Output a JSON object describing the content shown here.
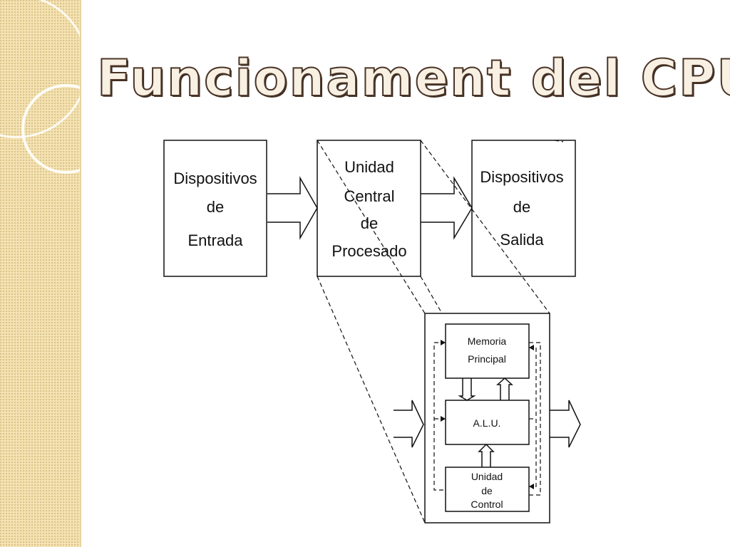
{
  "slide": {
    "title": "Funcionament del CPU"
  },
  "diagram": {
    "input_box": [
      "Dispositivos",
      "de",
      "Entrada"
    ],
    "cpu_box": [
      "Unidad",
      "Central",
      "de",
      "Procesado"
    ],
    "output_box": [
      "Dispositivos",
      "de",
      "Salida"
    ],
    "memory_box": [
      "Memoria",
      "Principal"
    ],
    "alu_box": "A.L.U.",
    "control_box": [
      "Unidad",
      "de",
      "Control"
    ]
  },
  "colors": {
    "sidebar": "#f4e3b4",
    "title_fill": "#f8f0e2",
    "title_outline": "#4a3527",
    "line": "#111111"
  }
}
